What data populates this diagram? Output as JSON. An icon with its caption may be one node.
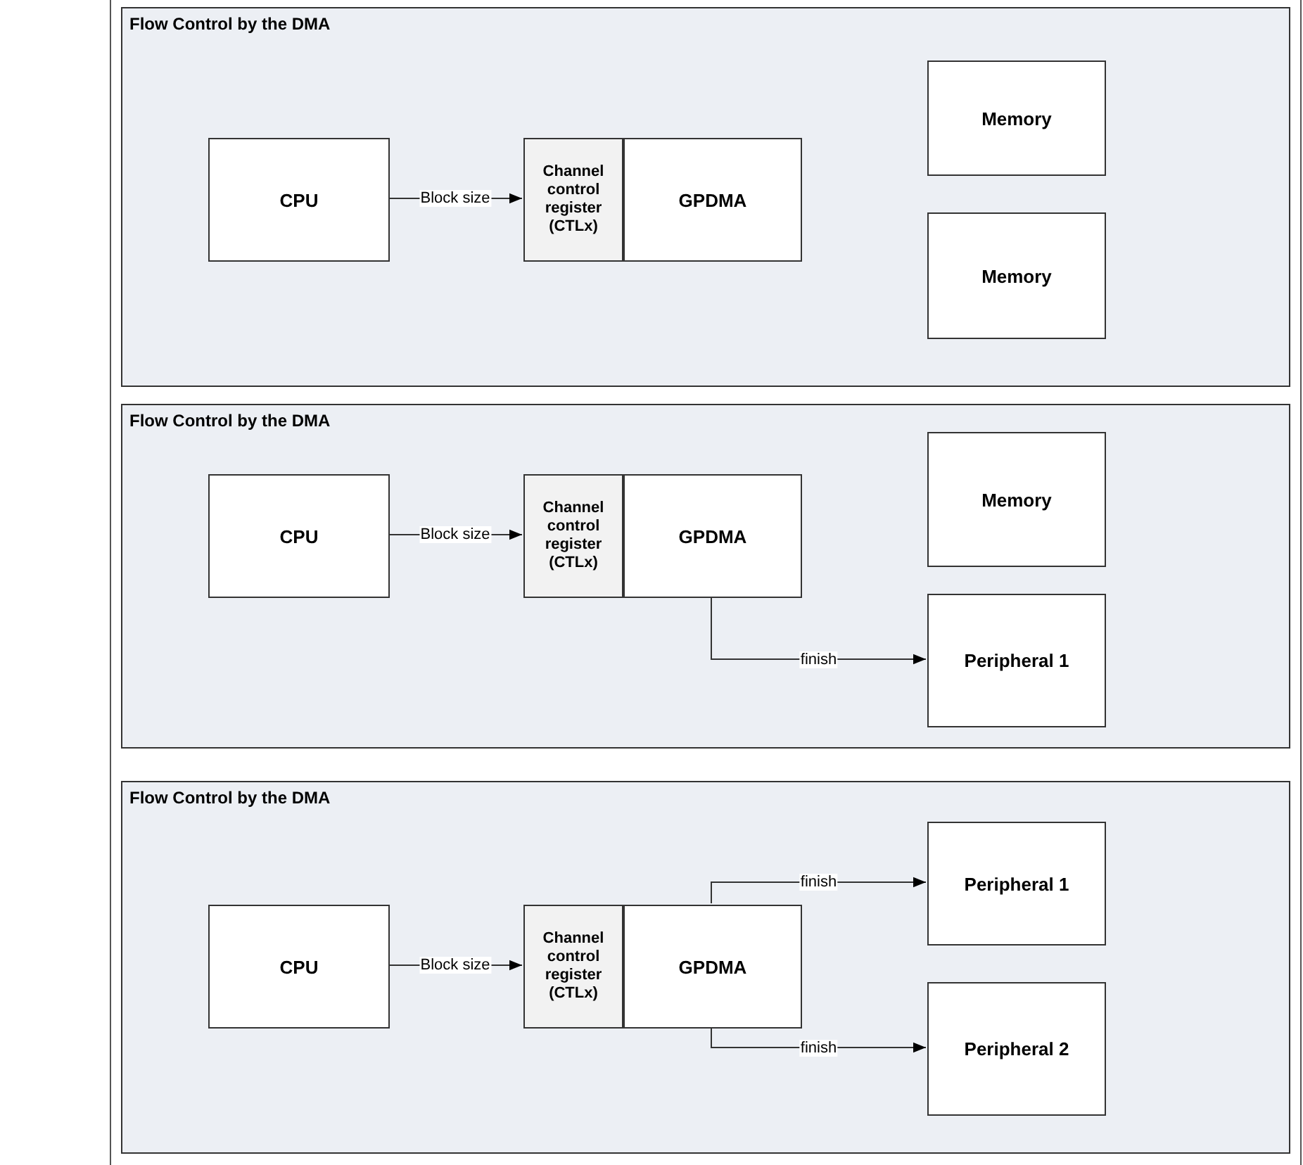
{
  "diagram": {
    "nodes": [
      {
        "text": [
          "Flow Control by the DMA"
        ]
      },
      {
        "text": [
          "CPU"
        ],
        "in": 0
      },
      {
        "text": [
          "Channel control register (CTLx)"
        ],
        "in": 0
      },
      {
        "text": [
          "GPDMA"
        ],
        "in": 0
      },
      {
        "text": [
          "Memory"
        ],
        "in": 0
      },
      {
        "text": [
          "Memory"
        ],
        "in": 0
      },
      {
        "text": [
          "Flow Control by the DMA"
        ]
      },
      {
        "text": [
          "CPU"
        ],
        "in": 6
      },
      {
        "text": [
          "Channel control register (CTLx)"
        ],
        "in": 6
      },
      {
        "text": [
          "GPDMA"
        ],
        "in": 6
      },
      {
        "text": [
          "Memory"
        ],
        "in": 6
      },
      {
        "text": [
          "Peripheral 1"
        ],
        "in": 6
      },
      {
        "text": [
          "Flow Control by the DMA"
        ]
      },
      {
        "text": [
          "CPU"
        ],
        "in": 12
      },
      {
        "text": [
          "Channel control register (CTLx)"
        ],
        "in": 12
      },
      {
        "text": [
          "GPDMA"
        ],
        "in": 12
      },
      {
        "text": [
          "Peripheral 1"
        ],
        "in": 12
      },
      {
        "text": [
          "Peripheral 2"
        ],
        "in": 12
      }
    ],
    "edges": [
      {
        "from": 1,
        "to": 2,
        "arrow": "to",
        "label": "Block size"
      },
      {
        "from": 7,
        "to": 8,
        "arrow": "to",
        "label": "Block size"
      },
      {
        "from": 9,
        "to": 11,
        "arrow": "to",
        "label": "finish"
      },
      {
        "from": 13,
        "to": 14,
        "arrow": "to",
        "label": "Block size"
      },
      {
        "from": 15,
        "to": 16,
        "arrow": "to",
        "label": "finish"
      },
      {
        "from": 15,
        "to": 17,
        "arrow": "to",
        "label": "finish"
      }
    ]
  }
}
